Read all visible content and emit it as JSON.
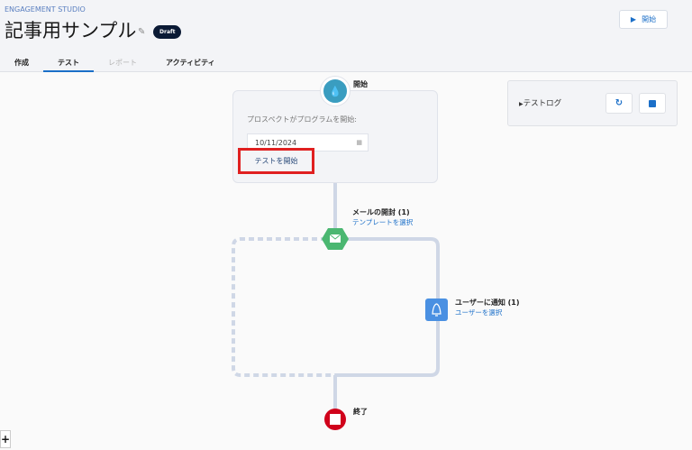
{
  "header": {
    "eyebrow": "ENGAGEMENT STUDIO",
    "title": "記事用サンプル",
    "badge": "Draft",
    "start_button": "開始"
  },
  "tabs": [
    {
      "label": "作成"
    },
    {
      "label": "テスト"
    },
    {
      "label": "レポート"
    },
    {
      "label": "アクティビティ"
    }
  ],
  "start_node": {
    "label": "開始",
    "prompt": "プロスペクトがプログラムを開始:",
    "date": "10/11/2024",
    "test_button": "テストを開始"
  },
  "email_node": {
    "label": "メールの開封 (1)",
    "link": "テンプレートを選択"
  },
  "notify_node": {
    "label": "ユーザーに通知 (1)",
    "link": "ユーザーを選択"
  },
  "end_node": {
    "label": "終了"
  },
  "test_log": {
    "label": "テストログ"
  },
  "zoom_button": "+",
  "colors": {
    "accent": "#1b6fc8",
    "start": "#3a9dc0",
    "email": "#4bb771",
    "notify": "#4a90e2",
    "end": "#d0021b",
    "highlight": "#e02020"
  }
}
